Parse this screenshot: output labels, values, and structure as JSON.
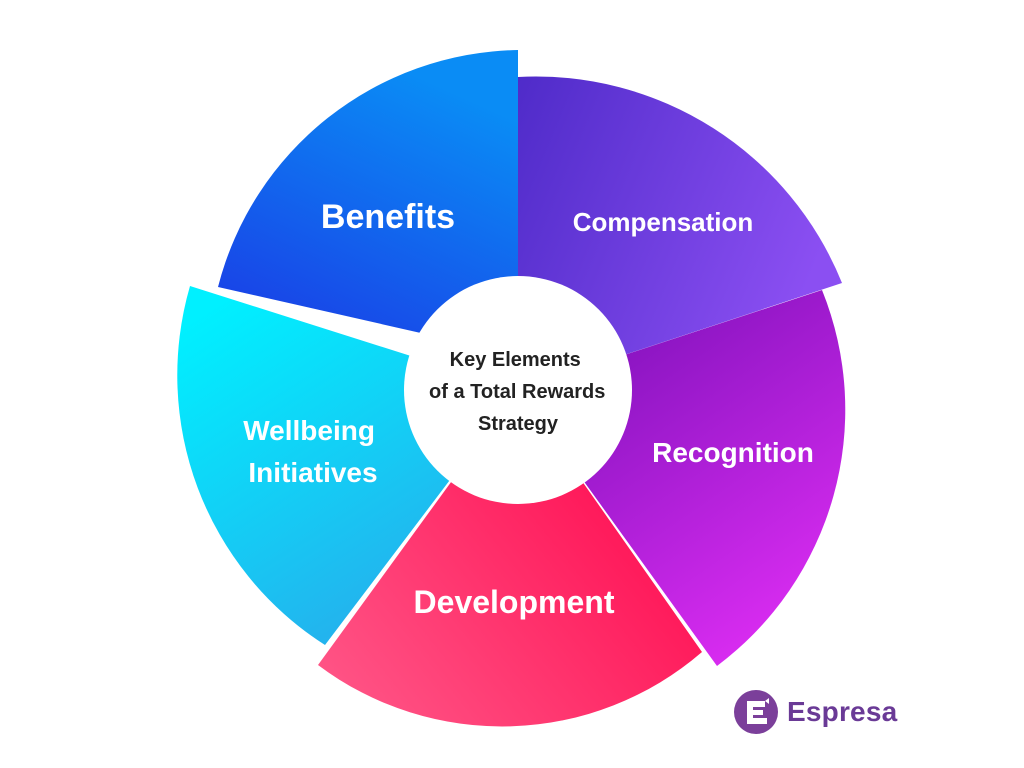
{
  "center": {
    "lines": [
      "Key Elements",
      "of a Total Rewards",
      "Strategy"
    ]
  },
  "segments": [
    {
      "id": "benefits",
      "lines": [
        "Benefits"
      ],
      "color_start": "#1a3fe6",
      "color_end": "#0a8cf5"
    },
    {
      "id": "compensation",
      "lines": [
        "Compensation"
      ],
      "color_start": "#4f2bc9",
      "color_end": "#8b4ff2"
    },
    {
      "id": "recognition",
      "lines": [
        "Recognition"
      ],
      "color_start": "#7a10b8",
      "color_end": "#e02ef5"
    },
    {
      "id": "development",
      "lines": [
        "Development"
      ],
      "color_start": "#ff4a7e",
      "color_end": "#ff0a4f"
    },
    {
      "id": "wellbeing",
      "lines": [
        "Wellbeing",
        "Initiatives"
      ],
      "color_start": "#00eaff",
      "color_end": "#2aa7ea"
    }
  ],
  "brand": {
    "name": "Espresa",
    "logo_icon": "espresa-logo-icon",
    "color": "#6a3a96"
  }
}
